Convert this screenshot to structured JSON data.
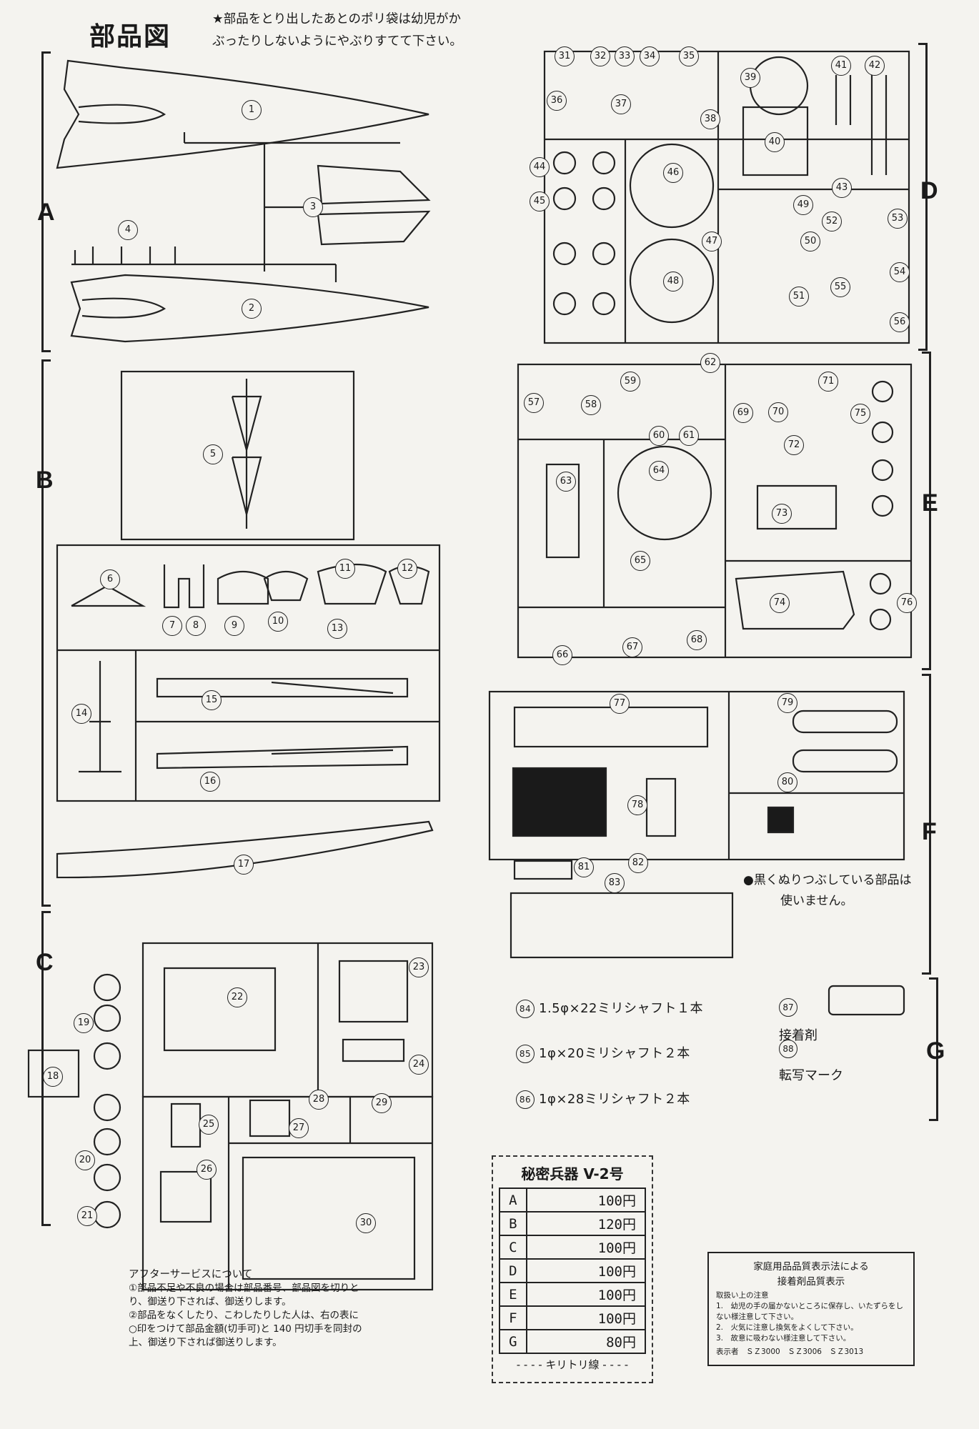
{
  "header": {
    "title": "部品図",
    "note_line1": "★部品をとり出したあとのポリ袋は幼児がか",
    "note_line2": "ぶったりしないようにやぶりすてて下さい。"
  },
  "sections": [
    "A",
    "B",
    "C",
    "D",
    "E",
    "F",
    "G"
  ],
  "part_numbers": [
    "1",
    "2",
    "3",
    "4",
    "5",
    "6",
    "7",
    "8",
    "9",
    "10",
    "11",
    "12",
    "13",
    "14",
    "15",
    "16",
    "17",
    "18",
    "19",
    "20",
    "21",
    "22",
    "23",
    "24",
    "25",
    "26",
    "27",
    "28",
    "29",
    "30",
    "31",
    "32",
    "33",
    "34",
    "35",
    "36",
    "37",
    "38",
    "39",
    "40",
    "41",
    "42",
    "43",
    "44",
    "45",
    "46",
    "47",
    "48",
    "49",
    "50",
    "51",
    "52",
    "53",
    "54",
    "55",
    "56",
    "57",
    "58",
    "59",
    "60",
    "61",
    "62",
    "63",
    "64",
    "65",
    "66",
    "67",
    "68",
    "69",
    "70",
    "71",
    "72",
    "73",
    "74",
    "75",
    "76",
    "77",
    "78",
    "79",
    "80",
    "81",
    "82",
    "83"
  ],
  "shafts": [
    {
      "num": "84",
      "text": "1.5φ×22ミリシャフト１本"
    },
    {
      "num": "85",
      "text": "1φ×20ミリシャフト２本"
    },
    {
      "num": "86",
      "text": "1φ×28ミリシャフト２本"
    }
  ],
  "g_items": [
    {
      "num": "87",
      "text": "接着剤"
    },
    {
      "num": "88",
      "text": "転写マーク"
    }
  ],
  "unused_note": {
    "line1": "●黒くぬりつぶしている部品は",
    "line2": "使いません。"
  },
  "price_table": {
    "title": "秘密兵器 V-2号",
    "rows": [
      {
        "sec": "A",
        "price": "100円"
      },
      {
        "sec": "B",
        "price": "120円"
      },
      {
        "sec": "C",
        "price": "100円"
      },
      {
        "sec": "D",
        "price": "100円"
      },
      {
        "sec": "E",
        "price": "100円"
      },
      {
        "sec": "F",
        "price": "100円"
      },
      {
        "sec": "G",
        "price": "80円"
      }
    ],
    "cut_line": "キリトリ線"
  },
  "after_service": {
    "heading": "アフターサービスについて",
    "item1": "①部品不足や不良の場合は部品番号、部品図を切りとり、御送り下されば、御送りします。",
    "item2": "②部品をなくしたり、こわしたりした人は、右の表に○印をつけて部品金額(切手可)と 140 円切手を同封の上、御送り下されば御送りします。"
  },
  "quality_label": {
    "title1": "家庭用品品質表示法による",
    "title2": "接着剤品質表示",
    "sub": "取扱い上の注意",
    "n1": "1.　幼児の手の届かないところに保存し、いたずらをしない様注意して下さい。",
    "n2": "2.　火気に注意し換気をよくして下さい。",
    "n3": "3.　故意に吸わない様注意して下さい。",
    "labeler": "表示者　ＳＺ3000　ＳＺ3006　ＳＺ3013"
  }
}
